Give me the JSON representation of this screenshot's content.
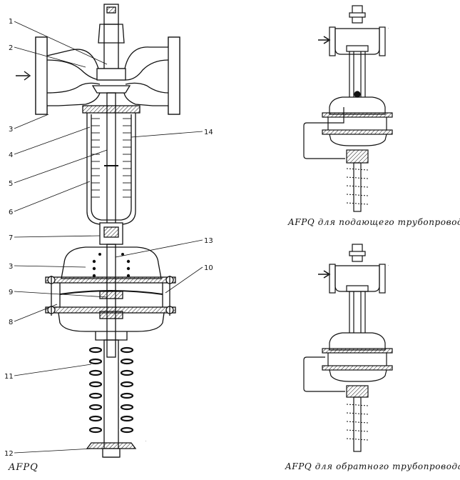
{
  "main_diagram": {
    "caption": "AFPQ",
    "callouts": [
      {
        "id": "1",
        "label": "1"
      },
      {
        "id": "2",
        "label": "2"
      },
      {
        "id": "3a",
        "label": "3"
      },
      {
        "id": "4",
        "label": "4"
      },
      {
        "id": "5",
        "label": "5"
      },
      {
        "id": "6",
        "label": "6"
      },
      {
        "id": "7",
        "label": "7"
      },
      {
        "id": "3b",
        "label": "3"
      },
      {
        "id": "9",
        "label": "9"
      },
      {
        "id": "8",
        "label": "8"
      },
      {
        "id": "11",
        "label": "11"
      },
      {
        "id": "12",
        "label": "12"
      },
      {
        "id": "14",
        "label": "14"
      },
      {
        "id": "13",
        "label": "13"
      },
      {
        "id": "10",
        "label": "10"
      }
    ]
  },
  "supply_diagram": {
    "caption": "AFPQ для подающего трубопровода"
  },
  "return_diagram": {
    "caption": "AFPQ для обратного трубопровода"
  },
  "colors": {
    "ink": "#111111",
    "paper": "#ffffff"
  }
}
